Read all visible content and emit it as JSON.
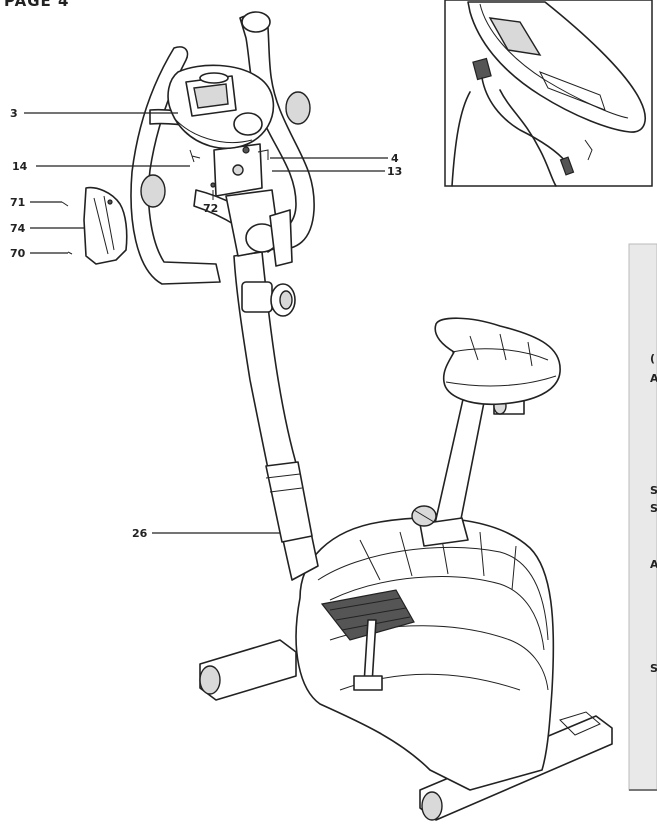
{
  "header": {
    "text": "PAGE 4"
  },
  "callouts": [
    {
      "id": "3",
      "text": "3"
    },
    {
      "id": "14",
      "text": "14"
    },
    {
      "id": "4",
      "text": "4"
    },
    {
      "id": "13",
      "text": "13"
    },
    {
      "id": "71",
      "text": "71"
    },
    {
      "id": "72",
      "text": "72"
    },
    {
      "id": "74",
      "text": "74"
    },
    {
      "id": "70",
      "text": "70"
    },
    {
      "id": "26",
      "text": "26"
    }
  ],
  "side_panel": {
    "fragments": [
      "(",
      "A",
      "S",
      "S",
      "A",
      "S"
    ]
  }
}
